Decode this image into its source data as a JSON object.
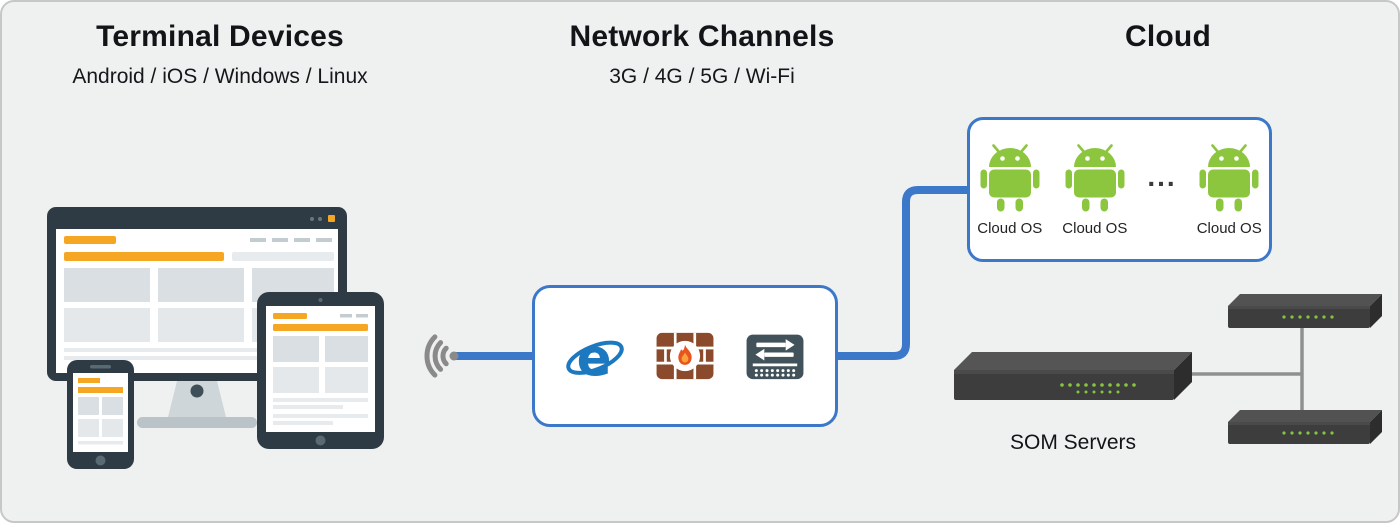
{
  "sections": {
    "terminal": {
      "title": "Terminal Devices",
      "subtitle": "Android / iOS / Windows / Linux",
      "devices": [
        "desktop-monitor",
        "tablet",
        "smartphone"
      ]
    },
    "network": {
      "title": "Network Channels",
      "subtitle": "3G / 4G / 5G / Wi-Fi",
      "icons": [
        "wifi-icon",
        "internet-explorer-icon",
        "firewall-icon",
        "network-switch-icon"
      ]
    },
    "cloud": {
      "title": "Cloud"
    }
  },
  "cloud_box": {
    "instances": [
      {
        "label": "Cloud OS",
        "icon": "android-robot-icon"
      },
      {
        "label": "Cloud OS",
        "icon": "android-robot-icon"
      },
      {
        "label": "Cloud OS",
        "icon": "android-robot-icon"
      }
    ],
    "ellipsis": "..."
  },
  "servers": {
    "label": "SOM Servers",
    "icons": [
      "rack-server-large",
      "rack-server-small",
      "rack-server-small"
    ]
  },
  "colors": {
    "accent_blue": "#3b78c9",
    "android_green": "#8cc63e",
    "firewall_brown": "#8a4a2b",
    "ie_blue": "#1c79c0",
    "device_dark": "#2e3b44",
    "highlight_orange": "#f5a623",
    "led_green": "#86c440",
    "background": "#eff0f0"
  }
}
